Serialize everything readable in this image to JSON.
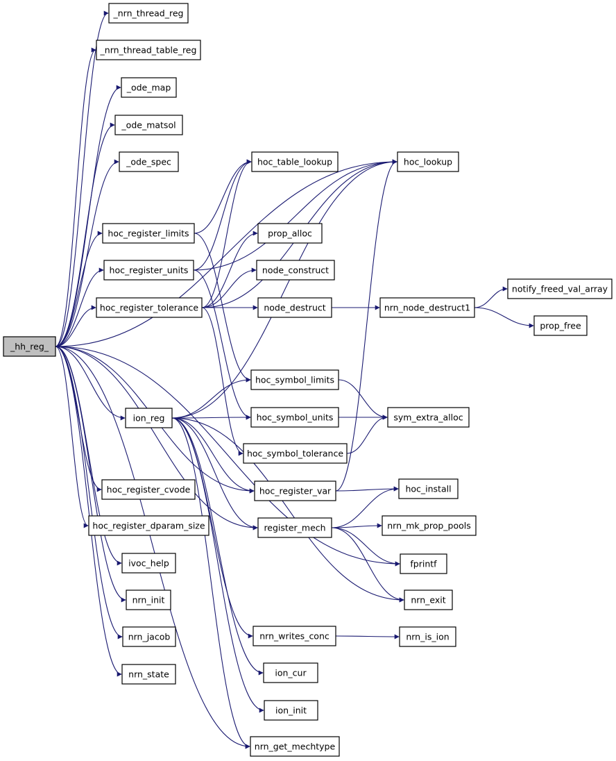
{
  "graph": {
    "edge_color": "#191970",
    "root_fill": "#bfbfbf",
    "root": "_hh_reg_",
    "nodes": [
      "_hh_reg_",
      "_nrn_thread_reg",
      "_nrn_thread_table_reg",
      "_ode_map",
      "_ode_matsol",
      "_ode_spec",
      "hoc_register_limits",
      "hoc_register_units",
      "hoc_register_tolerance",
      "ion_reg",
      "hoc_register_cvode",
      "hoc_register_dparam_size",
      "ivoc_help",
      "nrn_init",
      "nrn_jacob",
      "nrn_state",
      "hoc_table_lookup",
      "prop_alloc",
      "node_construct",
      "node_destruct",
      "hoc_symbol_limits",
      "hoc_symbol_units",
      "hoc_symbol_tolerance",
      "hoc_register_var",
      "register_mech",
      "nrn_writes_conc",
      "ion_cur",
      "ion_init",
      "nrn_get_mechtype",
      "hoc_lookup",
      "nrn_node_destruct1",
      "sym_extra_alloc",
      "hoc_install",
      "nrn_mk_prop_pools",
      "fprintf",
      "nrn_exit",
      "nrn_is_ion",
      "notify_freed_val_array",
      "prop_free"
    ],
    "edges": [
      [
        "_hh_reg_",
        "_nrn_thread_reg"
      ],
      [
        "_hh_reg_",
        "_nrn_thread_table_reg"
      ],
      [
        "_hh_reg_",
        "_ode_map"
      ],
      [
        "_hh_reg_",
        "_ode_matsol"
      ],
      [
        "_hh_reg_",
        "_ode_spec"
      ],
      [
        "_hh_reg_",
        "hoc_lookup"
      ],
      [
        "_hh_reg_",
        "hoc_register_limits"
      ],
      [
        "_hh_reg_",
        "hoc_register_units"
      ],
      [
        "_hh_reg_",
        "hoc_register_tolerance"
      ],
      [
        "_hh_reg_",
        "ion_reg"
      ],
      [
        "_hh_reg_",
        "hoc_register_cvode"
      ],
      [
        "_hh_reg_",
        "hoc_register_dparam_size"
      ],
      [
        "_hh_reg_",
        "ivoc_help"
      ],
      [
        "_hh_reg_",
        "nrn_init"
      ],
      [
        "_hh_reg_",
        "nrn_jacob"
      ],
      [
        "_hh_reg_",
        "nrn_state"
      ],
      [
        "_hh_reg_",
        "hoc_register_var"
      ],
      [
        "_hh_reg_",
        "register_mech"
      ],
      [
        "_hh_reg_",
        "fprintf"
      ],
      [
        "_hh_reg_",
        "nrn_get_mechtype"
      ],
      [
        "hoc_register_limits",
        "hoc_table_lookup"
      ],
      [
        "hoc_register_limits",
        "hoc_symbol_limits"
      ],
      [
        "hoc_register_units",
        "hoc_table_lookup"
      ],
      [
        "hoc_register_units",
        "hoc_lookup"
      ],
      [
        "hoc_register_units",
        "hoc_symbol_units"
      ],
      [
        "hoc_register_tolerance",
        "hoc_table_lookup"
      ],
      [
        "hoc_register_tolerance",
        "prop_alloc"
      ],
      [
        "hoc_register_tolerance",
        "node_construct"
      ],
      [
        "hoc_register_tolerance",
        "node_destruct"
      ],
      [
        "hoc_register_tolerance",
        "hoc_lookup"
      ],
      [
        "hoc_register_tolerance",
        "hoc_symbol_tolerance"
      ],
      [
        "ion_reg",
        "hoc_lookup"
      ],
      [
        "ion_reg",
        "hoc_symbol_limits"
      ],
      [
        "ion_reg",
        "hoc_symbol_units"
      ],
      [
        "ion_reg",
        "hoc_register_var"
      ],
      [
        "ion_reg",
        "register_mech"
      ],
      [
        "ion_reg",
        "nrn_exit"
      ],
      [
        "ion_reg",
        "nrn_writes_conc"
      ],
      [
        "ion_reg",
        "ion_cur"
      ],
      [
        "ion_reg",
        "ion_init"
      ],
      [
        "ion_reg",
        "nrn_get_mechtype"
      ],
      [
        "node_destruct",
        "nrn_node_destruct1"
      ],
      [
        "nrn_node_destruct1",
        "notify_freed_val_array"
      ],
      [
        "nrn_node_destruct1",
        "prop_free"
      ],
      [
        "hoc_symbol_limits",
        "sym_extra_alloc"
      ],
      [
        "hoc_symbol_units",
        "sym_extra_alloc"
      ],
      [
        "hoc_symbol_tolerance",
        "sym_extra_alloc"
      ],
      [
        "hoc_register_var",
        "hoc_install"
      ],
      [
        "hoc_register_var",
        "hoc_lookup"
      ],
      [
        "register_mech",
        "hoc_install"
      ],
      [
        "register_mech",
        "nrn_mk_prop_pools"
      ],
      [
        "register_mech",
        "fprintf"
      ],
      [
        "register_mech",
        "nrn_exit"
      ],
      [
        "nrn_writes_conc",
        "nrn_is_ion"
      ]
    ]
  }
}
